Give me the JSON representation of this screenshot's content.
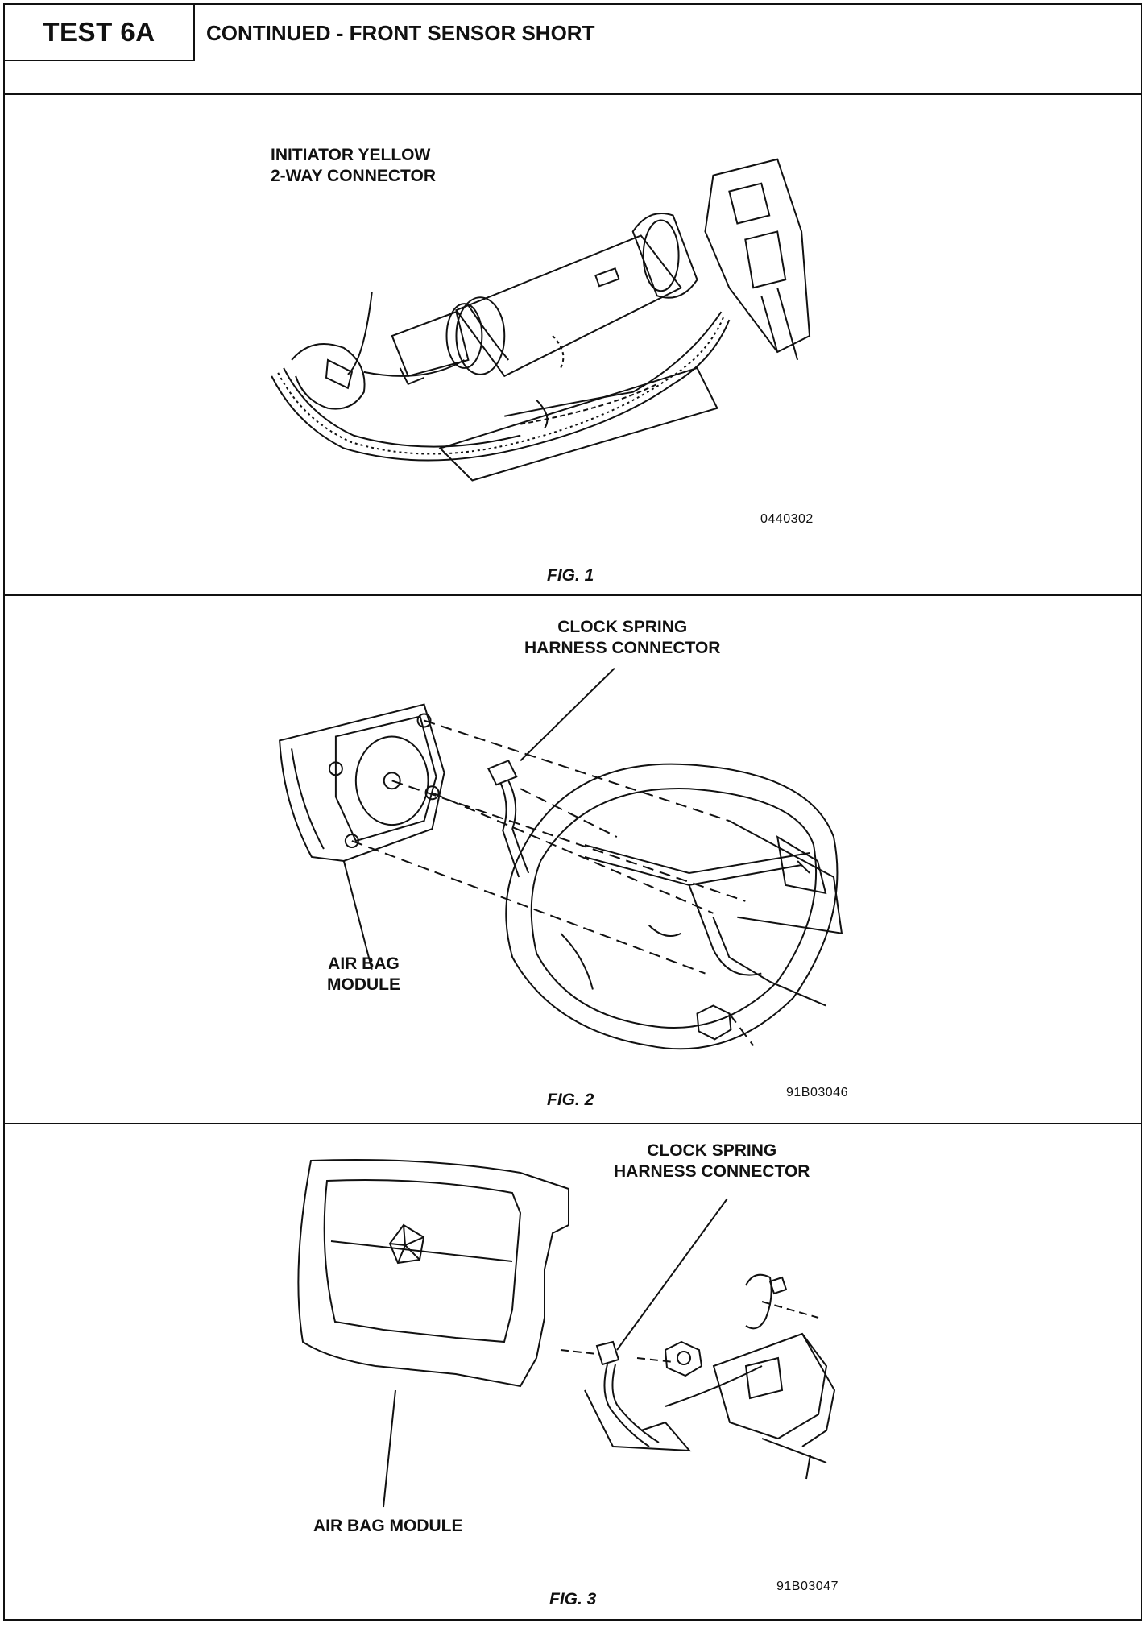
{
  "header": {
    "test_id": "TEST 6A",
    "title": "CONTINUED - FRONT SENSOR SHORT"
  },
  "figures": [
    {
      "caption": "FIG. 1",
      "code": "0440302",
      "labels": [
        "INITIATOR YELLOW\n2-WAY CONNECTOR"
      ]
    },
    {
      "caption": "FIG. 2",
      "code": "91B03046",
      "labels": [
        "CLOCK SPRING\nHARNESS CONNECTOR",
        "AIR BAG\nMODULE"
      ]
    },
    {
      "caption": "FIG. 3",
      "code": "91B03047",
      "labels": [
        "CLOCK SPRING\nHARNESS CONNECTOR",
        "AIR BAG MODULE"
      ]
    }
  ]
}
